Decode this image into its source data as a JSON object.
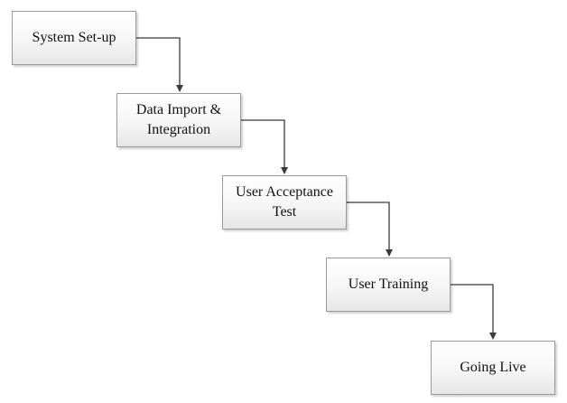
{
  "diagram": {
    "steps": [
      {
        "label": "System Set-up"
      },
      {
        "label": "Data Import & Integration"
      },
      {
        "label": "User Acceptance Test"
      },
      {
        "label": "User Training"
      },
      {
        "label": "Going Live"
      }
    ],
    "connector_color": "#3a3a3a",
    "box_border_color": "#9a9a9a"
  }
}
